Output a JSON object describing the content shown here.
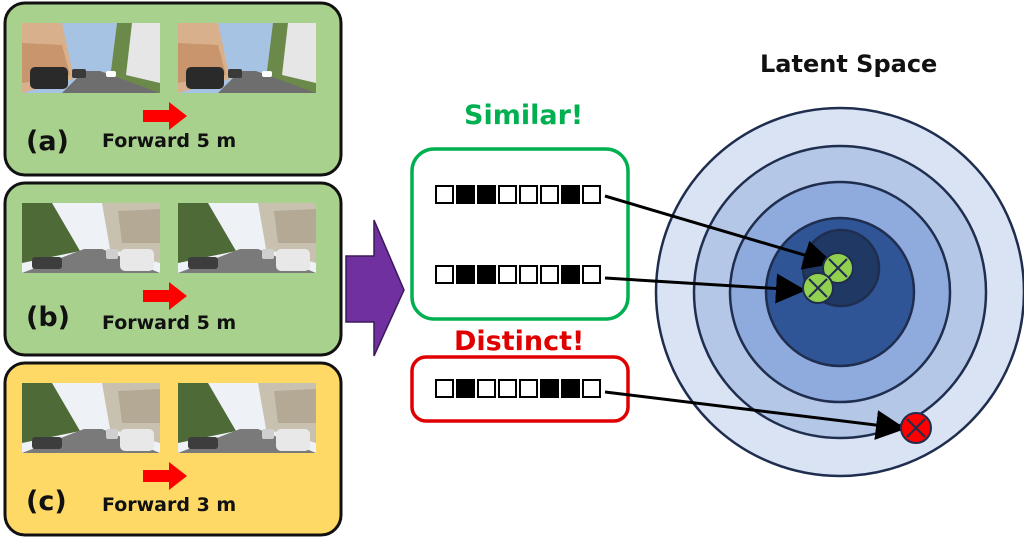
{
  "panels": [
    {
      "label": "(a)",
      "caption": "Forward 5 m",
      "fill": "#a9d18e",
      "scene": "street-a"
    },
    {
      "label": "(b)",
      "caption": "Forward 5 m",
      "fill": "#a9d18e",
      "scene": "street-b"
    },
    {
      "label": "(c)",
      "caption": "Forward 3 m",
      "fill": "#ffd966",
      "scene": "street-b"
    }
  ],
  "similar": {
    "title": "Similar!",
    "color": "#00b050",
    "codes": [
      "01100010",
      "01100010"
    ]
  },
  "distinct": {
    "title": "Distinct!",
    "color": "#e00000",
    "codes": [
      "01000110"
    ]
  },
  "latent": {
    "title": "Latent Space",
    "ring_colors": [
      "#dae3f3",
      "#b4c7e7",
      "#8faadc",
      "#2f5597",
      "#203864"
    ]
  },
  "colors": {
    "arrow_forward": "#ff0000",
    "big_arrow": "#7030a0",
    "match_marker": "#92d050",
    "mismatch_marker": "#ff0000"
  },
  "icons": [
    "forward-arrow-icon",
    "big-right-arrow-icon",
    "cross-circle-icon"
  ]
}
